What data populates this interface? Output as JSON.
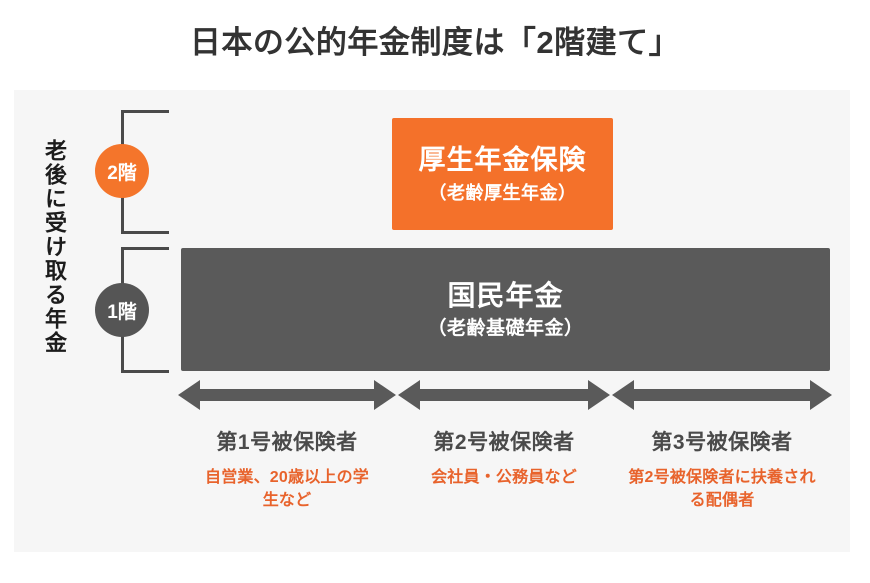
{
  "title": "日本の公的年金制度は「2階建て」",
  "side_label": "老後に受け取る年金",
  "floors": [
    {
      "badge": "2階",
      "color": "#f4752b"
    },
    {
      "badge": "1階",
      "color": "#555555"
    }
  ],
  "tiers": [
    {
      "id": "tier2",
      "main": "厚生年金保険",
      "sub": "（老齢厚生年金）",
      "color": "#f4712a"
    },
    {
      "id": "tier1",
      "main": "国民年金",
      "sub": "（老齢基礎年金）",
      "color": "#5a5a5a"
    }
  ],
  "categories": [
    {
      "title": "第1号被保険者",
      "desc": "自営業、20歳以上の学生など",
      "arrow": "double-headed-arrow"
    },
    {
      "title": "第2号被保険者",
      "desc": "会社員・公務員など",
      "arrow": "double-headed-arrow"
    },
    {
      "title": "第3号被保険者",
      "desc": "第2号被保険者に扶養される配偶者",
      "arrow": "double-headed-arrow"
    }
  ],
  "colors": {
    "accent_orange": "#f4712a",
    "desc_orange": "#e8632c",
    "dark_gray": "#5a5a5a",
    "panel_bg": "#f6f6f6",
    "title_text": "#333333"
  }
}
